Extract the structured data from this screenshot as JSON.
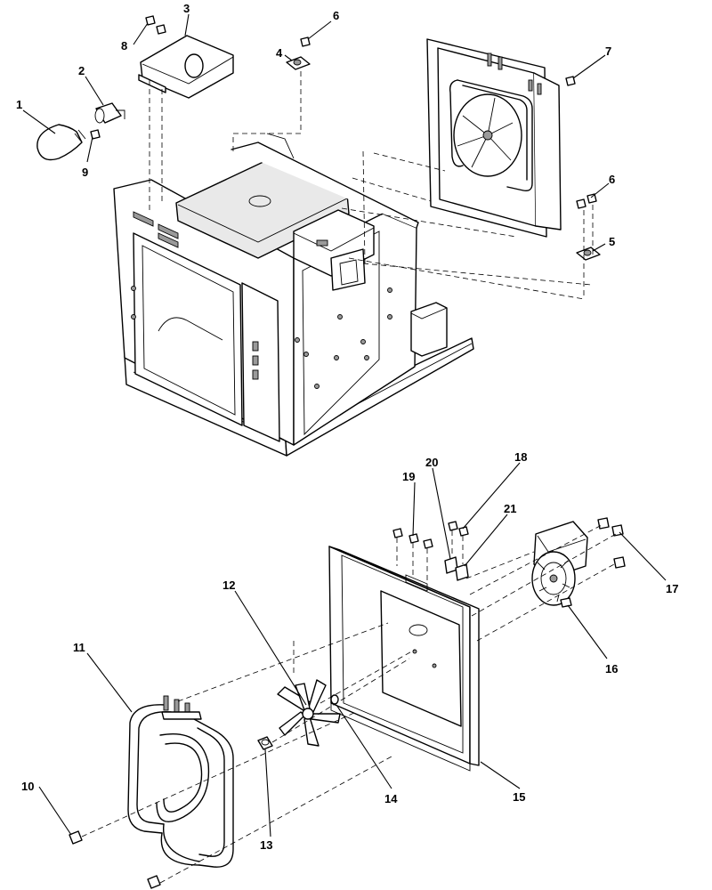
{
  "callouts": {
    "c1": "1",
    "c2": "2",
    "c3": "3",
    "c4": "4",
    "c5": "5",
    "c6a": "6",
    "c6b": "6",
    "c7": "7",
    "c8": "8",
    "c9": "9",
    "c10": "10",
    "c11": "11",
    "c12": "12",
    "c13": "13",
    "c14": "14",
    "c15": "15",
    "c16": "16",
    "c17": "17",
    "c18": "18",
    "c19": "19",
    "c20": "20",
    "c21": "21"
  }
}
